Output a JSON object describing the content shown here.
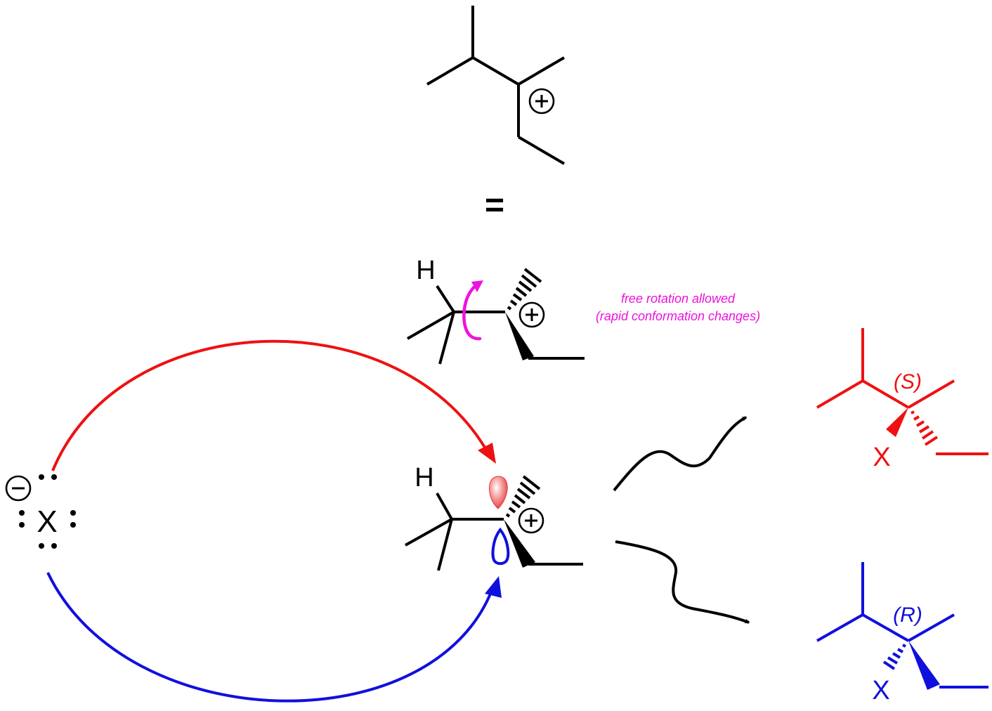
{
  "colors": {
    "black": "#000000",
    "red": "#ee1111",
    "blue": "#1010dd",
    "magenta": "#ee11dd",
    "lobe_red": "#f05050"
  },
  "equals_sign": "=",
  "labels": {
    "h_mid": "H",
    "h_bottom": "H",
    "nucleophile": "X",
    "product_s_config": "(S)",
    "product_s_atom": "X",
    "product_r_config": "(R)",
    "product_r_atom": "X"
  },
  "note": {
    "line1": "free rotation allowed",
    "line2": "(rapid conformation changes)"
  }
}
